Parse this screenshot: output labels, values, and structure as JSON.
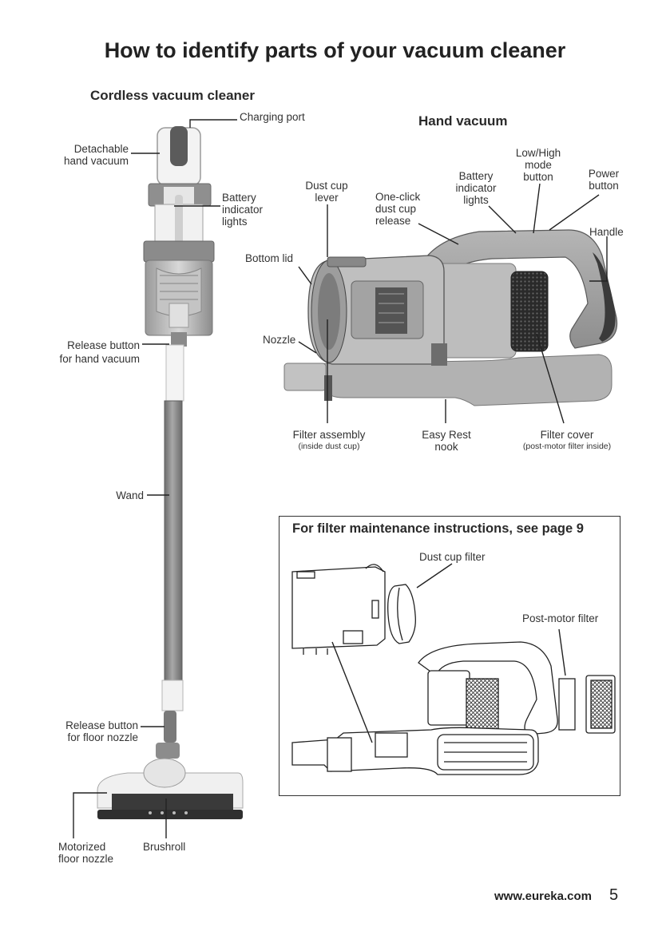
{
  "page": {
    "title": "How to identify parts of your vacuum cleaner",
    "footer_url": "www.eureka.com",
    "page_number": "5"
  },
  "cordless": {
    "heading": "Cordless vacuum cleaner",
    "labels": {
      "charging_port": "Charging port",
      "detachable_1": "Detachable",
      "detachable_2": "hand vacuum",
      "battery_1": "Battery",
      "battery_2": "indicator",
      "battery_3": "lights",
      "release_hand_1": "Release button",
      "release_hand_2": "for hand vacuum",
      "wand": "Wand",
      "release_floor_1": "Release button",
      "release_floor_2": "for floor nozzle",
      "motorized_1": "Motorized",
      "motorized_2": "floor nozzle",
      "brushroll": "Brushroll"
    }
  },
  "hand": {
    "heading": "Hand vacuum",
    "labels": {
      "dustcup_lever_1": "Dust cup",
      "dustcup_lever_2": "lever",
      "oneclick_1": "One-click",
      "oneclick_2": "dust cup",
      "oneclick_3": "release",
      "battery_1": "Battery",
      "battery_2": "indicator",
      "battery_3": "lights",
      "lowhigh_1": "Low/High",
      "lowhigh_2": "mode",
      "lowhigh_3": "button",
      "power_1": "Power",
      "power_2": "button",
      "handle": "Handle",
      "bottom_lid": "Bottom lid",
      "nozzle": "Nozzle",
      "filter_assembly": "Filter assembly",
      "filter_assembly_sub": "(inside dust cup)",
      "easyrest_1": "Easy Rest",
      "easyrest_2": "nook",
      "filter_cover": "Filter cover",
      "filter_cover_sub": "(post-motor filter inside)"
    }
  },
  "filter_box": {
    "heading": "For filter maintenance instructions, see page 9",
    "dustcup_filter": "Dust cup filter",
    "postmotor_filter": "Post-motor filter"
  },
  "colors": {
    "wand": "#8a8a8a",
    "body_grey": "#a9a9a9",
    "dark": "#2b2b2b",
    "text": "#333333"
  }
}
